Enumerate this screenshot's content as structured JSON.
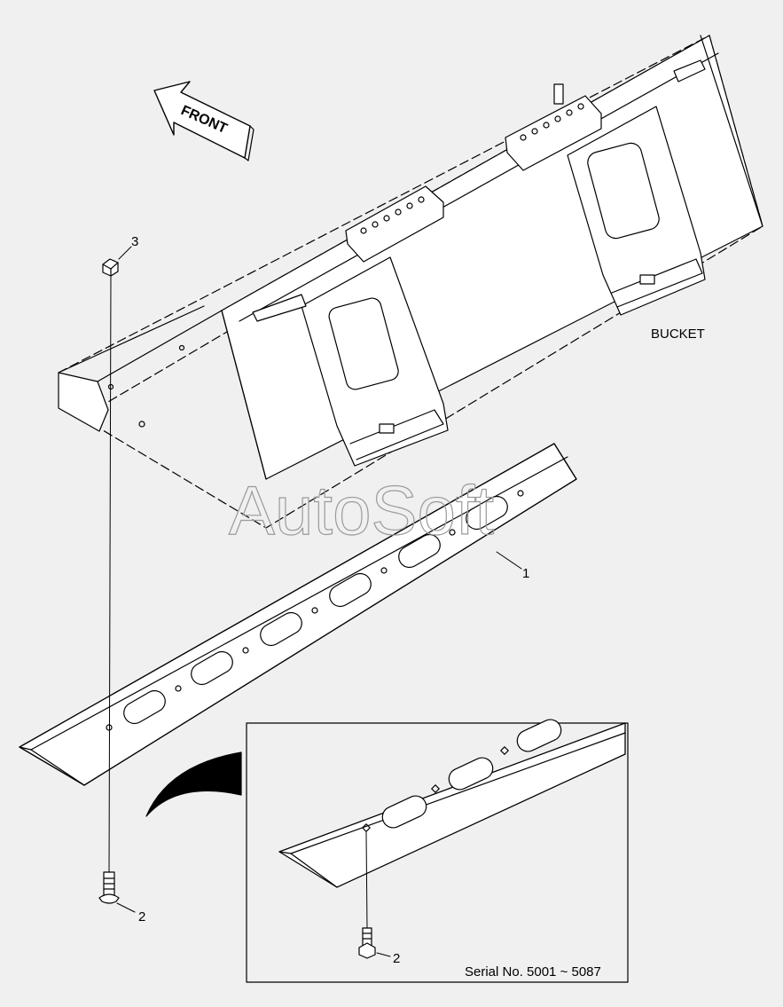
{
  "direction_arrow": {
    "text": "FRONT"
  },
  "labels": {
    "bucket": "BUCKET",
    "callout_1": "1",
    "callout_2_main": "2",
    "callout_2_detail": "2",
    "callout_3": "3"
  },
  "detail_box": {
    "serial_note": "Serial No. 5001 ~ 5087"
  },
  "watermark": {
    "text": "AutoSoft"
  }
}
